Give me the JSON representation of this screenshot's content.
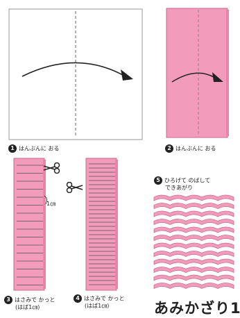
{
  "title": "あみかざり1",
  "steps": [
    {
      "num": "1",
      "text": "はんぶんに おる"
    },
    {
      "num": "2",
      "text": "はんぶんに おる"
    },
    {
      "num": "3",
      "text": "はさみで かっと",
      "sub": "(はば1㎝)"
    },
    {
      "num": "4",
      "text": "はさみで かっと",
      "sub": "(はば1㎝)"
    },
    {
      "num": "5",
      "text": "ひろげて のばして",
      "sub": "できあがり"
    }
  ],
  "width_label": "1㎝",
  "icons": {
    "scissors": "scissors-icon"
  },
  "colors": {
    "paper_pink": "#f29bbb",
    "paper_edge": "#c96a8c",
    "line": "#222222",
    "dash": "#666666"
  }
}
